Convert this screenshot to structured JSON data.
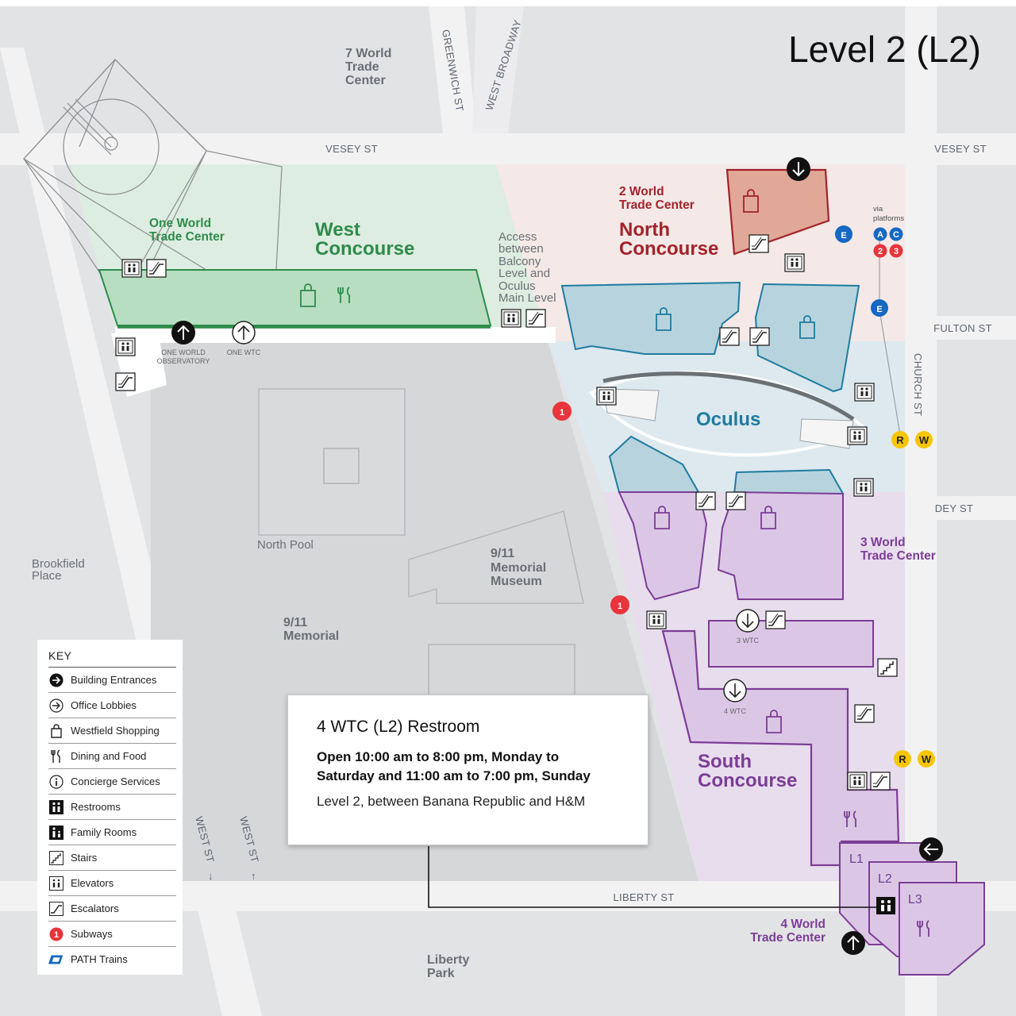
{
  "title": "Level 2 (L2)",
  "streets": {
    "vesey_left": "VESEY ST",
    "vesey_right": "VESEY ST",
    "greenwich": "GREENWICH ST",
    "west_broadway": "WEST BROADWAY",
    "fulton": "FULTON ST",
    "church": "CHURCH ST",
    "dey": "DEY ST",
    "liberty": "LIBERTY ST",
    "west_a": "WEST ST",
    "west_b": "WEST ST",
    "arrow_down": "↓",
    "arrow_up": "↑"
  },
  "places": {
    "seven_wtc": [
      "7 World",
      "Trade",
      "Center"
    ],
    "brookfield": [
      "Brookfield",
      "Place"
    ],
    "north_pool": "North Pool",
    "museum": [
      "9/11",
      "Memorial",
      "Museum"
    ],
    "memorial": [
      "9/11",
      "Memorial"
    ],
    "liberty_park": [
      "Liberty",
      "Park"
    ],
    "access_note": [
      "Access",
      "between",
      "Balcony",
      "Level and",
      "Oculus",
      "Main Level"
    ],
    "via_platforms": [
      "via",
      "platforms"
    ]
  },
  "concourses": {
    "west": [
      "West",
      "Concourse"
    ],
    "north": [
      "North",
      "Concourse"
    ],
    "oculus": "Oculus",
    "south": [
      "South",
      "Concourse"
    ]
  },
  "buildings": {
    "one_wtc": [
      "One World",
      "Trade Center"
    ],
    "two_wtc": [
      "2 World",
      "Trade Center"
    ],
    "three_wtc": [
      "3 World",
      "Trade Center"
    ],
    "four_wtc": [
      "4 World",
      "Trade Center"
    ]
  },
  "lobby_labels": {
    "observatory": [
      "ONE WORLD",
      "OBSERVATORY"
    ],
    "one_wtc": "ONE WTC",
    "three_wtc": "3 WTC",
    "four_wtc": "4 WTC"
  },
  "levels": [
    "L1",
    "L2",
    "L3"
  ],
  "subway_lines": {
    "e1": "E",
    "e2": "E",
    "a": "A",
    "c": "C",
    "two": "2",
    "three": "3",
    "r1": "R",
    "w1": "W",
    "r2": "R",
    "w2": "W",
    "subway1": "1",
    "subway2": "1"
  },
  "colors": {
    "west": "#2e8b4a",
    "north": "#a3222a",
    "oculus": "#1f7ba0",
    "south": "#7c3d96",
    "subway_red": "#e8343b",
    "subway_blue": "#1668c1",
    "subway_yellow": "#f8c600"
  },
  "key": {
    "title": "KEY",
    "items": [
      {
        "label": "Building Entrances",
        "icon": "building-entrance-icon"
      },
      {
        "label": "Office Lobbies",
        "icon": "office-lobby-icon"
      },
      {
        "label": "Westfield Shopping",
        "icon": "shopping-bag-icon"
      },
      {
        "label": "Dining and Food",
        "icon": "fork-knife-icon"
      },
      {
        "label": "Concierge Services",
        "icon": "concierge-icon"
      },
      {
        "label": "Restrooms",
        "icon": "restroom-icon"
      },
      {
        "label": "Family Rooms",
        "icon": "family-room-icon"
      },
      {
        "label": "Stairs",
        "icon": "stairs-icon"
      },
      {
        "label": "Elevators",
        "icon": "elevator-icon"
      },
      {
        "label": "Escalators",
        "icon": "escalator-icon"
      },
      {
        "label": "Subways",
        "icon": "subway-icon",
        "glyph": "1"
      },
      {
        "label": "PATH Trains",
        "icon": "path-train-icon"
      }
    ]
  },
  "info": {
    "title": "4 WTC (L2) Restroom",
    "hours_line1": "Open 10:00 am to 8:00 pm, Monday to",
    "hours_line2": "Saturday and 11:00 am to 7:00 pm, Sunday",
    "location": "Level 2, between Banana Republic and H&M"
  }
}
